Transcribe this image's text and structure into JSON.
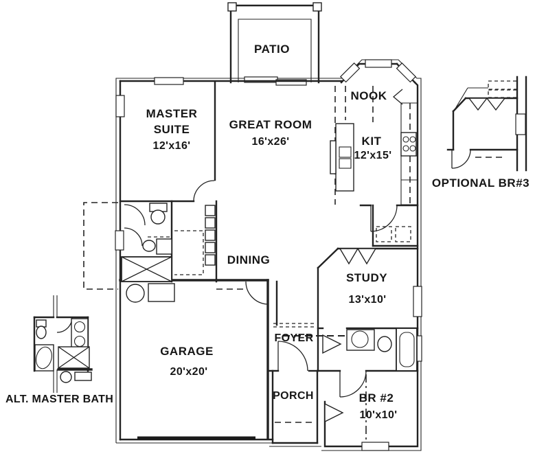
{
  "plan": {
    "rooms": {
      "patio": {
        "name": "PATIO"
      },
      "master_suite": {
        "name_line1": "MASTER",
        "name_line2": "SUITE",
        "dims": "12'x16'"
      },
      "great_room": {
        "name": "GREAT ROOM",
        "dims": "16'x26'"
      },
      "nook": {
        "name": "NOOK"
      },
      "kitchen": {
        "name": "KIT",
        "dims": "12'x15'"
      },
      "dining": {
        "name": "DINING"
      },
      "study": {
        "name": "STUDY",
        "dims": "13'x10'"
      },
      "foyer": {
        "name": "FOYER"
      },
      "garage": {
        "name": "GARAGE",
        "dims": "20'x20'"
      },
      "porch": {
        "name": "PORCH"
      },
      "bedroom_2": {
        "name": "BR #2",
        "dims": "10'x10'"
      }
    },
    "insets": {
      "optional_br3": {
        "label": "OPTIONAL BR#3"
      },
      "alt_master_bath": {
        "label": "ALT. MASTER BATH"
      }
    },
    "colors": {
      "line": "#222222",
      "background": "#ffffff"
    }
  }
}
